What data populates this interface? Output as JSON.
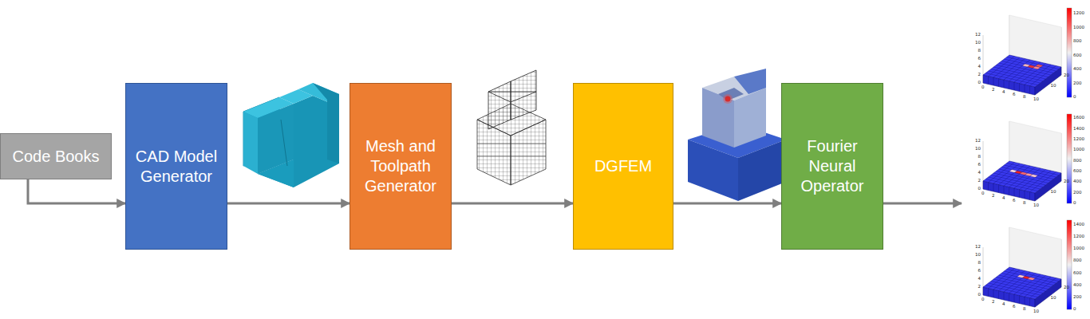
{
  "diagram": {
    "nodes": [
      {
        "text": [
          "Code Books"
        ]
      },
      {
        "text": [
          "CAD Model Generator"
        ]
      },
      {
        "text": [
          "Mesh and Toolpath Generator"
        ]
      },
      {
        "text": [
          "DGFEM"
        ]
      },
      {
        "text": [
          "Fourier Neural Operator"
        ]
      }
    ],
    "edges": [
      {
        "from": 0,
        "to": 1,
        "arrow": "to"
      },
      {
        "from": 1,
        "to": 2,
        "arrow": "to"
      },
      {
        "from": 2,
        "to": 3,
        "arrow": "to"
      },
      {
        "from": 3,
        "to": 4,
        "arrow": "to"
      }
    ],
    "labels": [
      "0",
      "200",
      "400",
      "600",
      "800",
      "1000",
      "1200",
      "0",
      "2",
      "4",
      "6",
      "8",
      "10",
      "10",
      "20",
      "0",
      "2",
      "4",
      "6",
      "8",
      "10",
      "12",
      "0",
      "200",
      "400",
      "600",
      "800",
      "1000",
      "1200",
      "1400",
      "1600",
      "0",
      "2",
      "4",
      "6",
      "8",
      "10",
      "10",
      "20",
      "0",
      "2",
      "4",
      "6",
      "8",
      "10",
      "12",
      "0",
      "200",
      "400",
      "600",
      "800",
      "1000",
      "1200",
      "1400",
      "0",
      "2",
      "4",
      "6",
      "8",
      "10",
      "10",
      "20",
      "0",
      "2",
      "4",
      "6",
      "8",
      "10",
      "12"
    ]
  }
}
